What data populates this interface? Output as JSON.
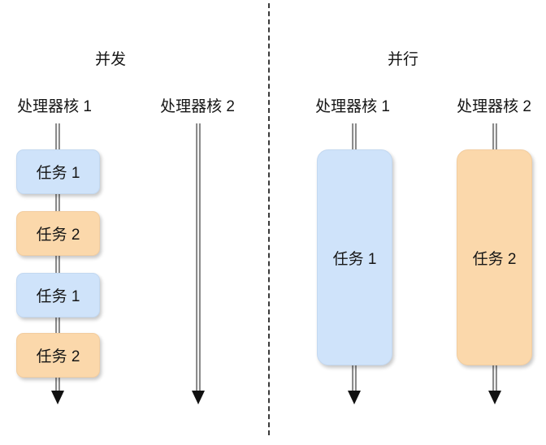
{
  "diagram": {
    "title_icon": "concurrency-vs-parallelism-diagram",
    "divider": {
      "name": "panel-divider",
      "style": "dashed",
      "color": "#3a3a3a"
    }
  },
  "colors": {
    "task_blue_fill": "#cfe3fa",
    "task_blue_border": "#c3d8f0",
    "task_orange_fill": "#fbd8ab",
    "task_orange_border": "#f2cda0",
    "line": "#1f1f1f",
    "text": "#151515",
    "background": "#ffffff"
  },
  "panels": [
    {
      "id": "concurrency",
      "title": "并发",
      "cores": [
        {
          "label": "处理器核 1",
          "tasks": [
            {
              "label": "任务 1",
              "color": "blue"
            },
            {
              "label": "任务 2",
              "color": "orange"
            },
            {
              "label": "任务 1",
              "color": "blue"
            },
            {
              "label": "任务 2",
              "color": "orange"
            }
          ]
        },
        {
          "label": "处理器核 2",
          "tasks": []
        }
      ]
    },
    {
      "id": "parallelism",
      "title": "并行",
      "cores": [
        {
          "label": "处理器核 1",
          "tasks": [
            {
              "label": "任务 1",
              "color": "blue"
            }
          ]
        },
        {
          "label": "处理器核 2",
          "tasks": [
            {
              "label": "任务 2",
              "color": "orange"
            }
          ]
        }
      ]
    }
  ]
}
